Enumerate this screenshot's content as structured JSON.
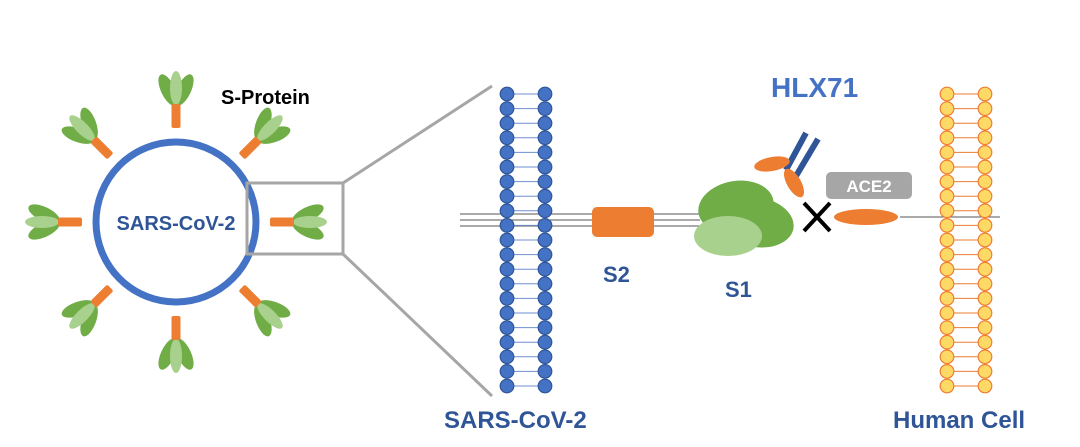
{
  "labels": {
    "virus_center": "SARS-CoV-2",
    "s_protein": "S-Protein",
    "hlx71": "HLX71",
    "ace2": "ACE2",
    "s2": "S2",
    "s1": "S1",
    "membrane_virus": "SARS-CoV-2",
    "membrane_human": "Human Cell"
  },
  "colors": {
    "virus_blue": "#4472C4",
    "label_blue": "#2F5597",
    "orange": "#ED7D31",
    "green": "#70AD47",
    "green_light": "#A9D18E",
    "lipid_yellow": "#FFD966",
    "lipid_outline": "#ED7D31",
    "antibody_blue": "#2F5597",
    "ace2_box": "#A6A6A6",
    "zoom_gray": "#A6A6A6"
  },
  "icons": {
    "block": "x-mark-icon"
  }
}
